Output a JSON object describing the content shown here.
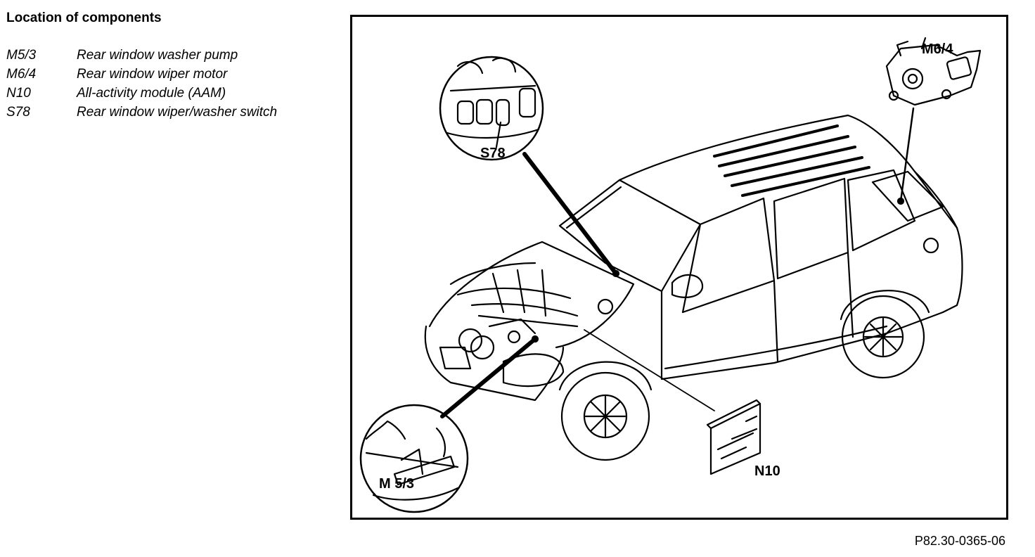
{
  "title": "Location of components",
  "legend": [
    {
      "code": "M5/3",
      "description": "Rear window washer pump"
    },
    {
      "code": "M6/4",
      "description": "Rear window wiper motor"
    },
    {
      "code": "N10",
      "description": "All-activity module (AAM)"
    },
    {
      "code": "S78",
      "description": "Rear window wiper/washer switch"
    }
  ],
  "callouts": {
    "s78": "S78",
    "m64": "M6/4",
    "n10": "N10",
    "m53": "M 5/3"
  },
  "figure_ref": "P82.30-0365-06"
}
